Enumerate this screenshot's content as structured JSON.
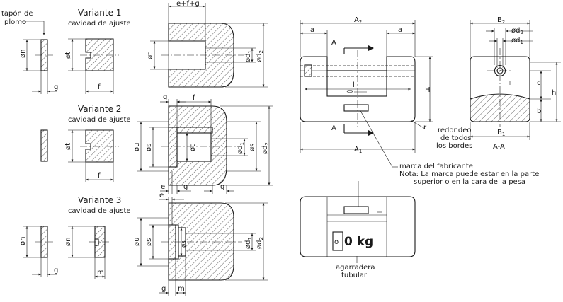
{
  "labels": {
    "tapon": [
      "tapón de",
      "plomo"
    ],
    "v1_title": "Variante 1",
    "v1_sub": "cavidad de ajuste",
    "v2_title": "Variante 2",
    "v2_sub": "cavidad de ajuste",
    "v3_title": "Variante 3",
    "v3_sub": "cavidad de ajuste",
    "redondeo": [
      "redondeo",
      "de todos",
      "los bordes"
    ],
    "marca": "marca  del fabricante",
    "nota": [
      "Nota: La marca puede estar en la parte",
      "superior o en la cara de la pesa"
    ],
    "agarradera": [
      "agarradera",
      "tubular"
    ],
    "section": "A-A",
    "weight": "0 kg"
  },
  "dims": {
    "efg": "e+f+g",
    "g": "g",
    "f": "f",
    "e": "e",
    "m": "m",
    "dn": "øn",
    "dt": "øt",
    "du": "øu",
    "ds": "øs",
    "d1": "ød",
    "d2": "ød",
    "sub1": "1",
    "sub2": "2",
    "A2": "A",
    "A1": "A",
    "B2": "B",
    "B1": "B",
    "a": "a",
    "H": "H",
    "h": "h",
    "b": "b",
    "c": "c",
    "l": "l",
    "r": "r",
    "sectA": "A",
    "o": "o"
  }
}
